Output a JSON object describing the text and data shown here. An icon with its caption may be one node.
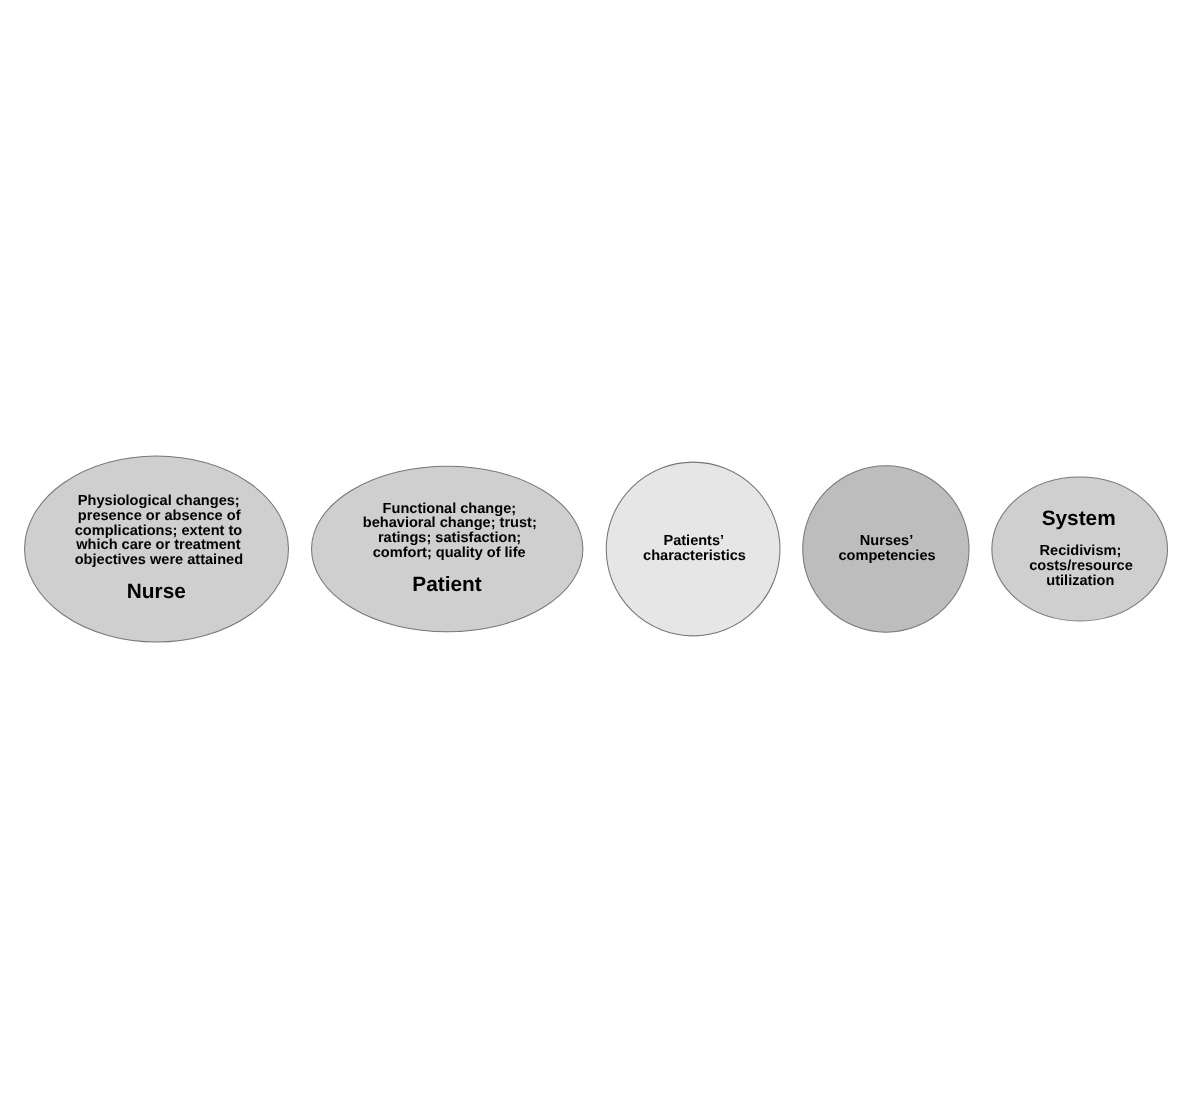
{
  "diagram": {
    "nodes": [
      {
        "text": [
          "Functional change; behavioral change; trust; ratings; satisfaction; comfort; quality of life",
          "Patient"
        ]
      },
      {
        "text": [
          "Physiological changes; presence or absence of complications; extent to which care or treatment objectives were attained",
          "Nurse"
        ]
      },
      {
        "text": [
          "Patients’ characteristics"
        ]
      },
      {
        "text": [
          "Nurses’ competencies"
        ]
      },
      {
        "text": [
          "System",
          "Recidivism; costs/resource utilization"
        ]
      }
    ],
    "edges": []
  }
}
